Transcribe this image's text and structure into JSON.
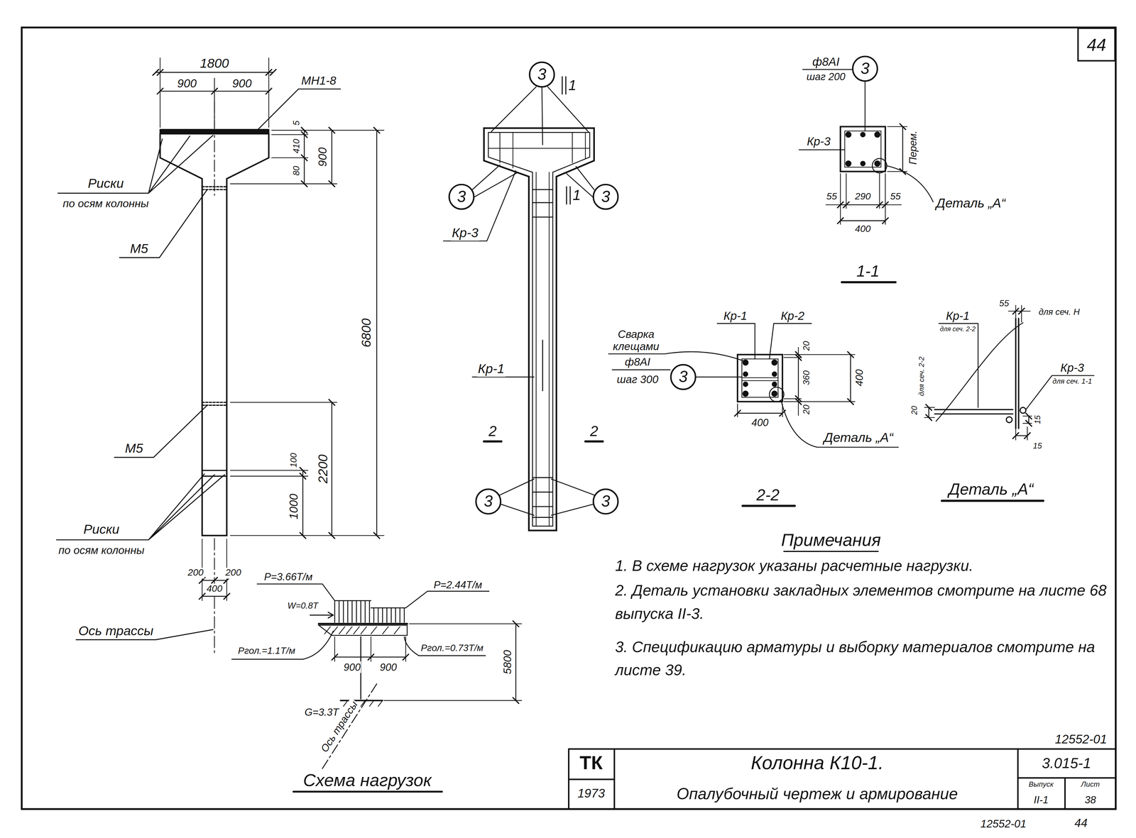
{
  "diagram": {
    "title": "Колонна К10-1.",
    "nodes": [
      {
        "text": [
          "3"
        ]
      },
      {
        "text": [
          "3"
        ]
      },
      {
        "text": [
          "44"
        ]
      },
      {
        "text": [
          "3"
        ]
      },
      {
        "text": [
          "3"
        ]
      },
      {
        "text": [
          "3"
        ]
      },
      {
        "text": [
          "3"
        ]
      },
      {
        "text": [
          "3"
        ]
      }
    ],
    "labels": [
      "1800",
      "900",
      "900",
      "МН1-8",
      "5",
      "410",
      "80",
      "900",
      "Риски",
      "по осям колонны",
      "М5",
      "6800",
      "М5",
      "100",
      "2200",
      "1000",
      "Риски",
      "по осям колонны",
      "200",
      "200",
      "400",
      "Ось трассы",
      "1",
      "1",
      "Кр-3",
      "Кр-1",
      "2",
      "2",
      "ф8АI",
      "шаг 200",
      "Кр-3",
      "Перем.",
      "55",
      "290",
      "55",
      "400",
      "Деталь „А“",
      "1-1",
      "Кр-1",
      "Кр-2",
      "Сварка клещами",
      "ф8АI",
      "шаг 300",
      "20",
      "360",
      "20",
      "400",
      "400",
      "Деталь „А“",
      "2-2",
      "Кр-1",
      "для сеч. 2-2",
      "55",
      "для сеч. Н",
      "Кр-3",
      "для сеч. 1-1",
      "20",
      "для сеч. 2-2",
      "15",
      "15",
      "Деталь „А“",
      "Р=3.66Т/м",
      "Р=2.44Т/м",
      "W=0.8Т",
      "Ргол.=1.1Т/м",
      "Ргол.=0.73Т/м",
      "900",
      "900",
      "5800",
      "G=3.3Т",
      "Ось трассы",
      "Схема нагрузок",
      "Примечания",
      "1. В схеме нагрузок указаны расчетные нагрузки.",
      "2. Деталь установки закладных элементов смотрите на листе 68 выпуска II-3.",
      "3. Спецификацию арматуры и выборку материалов смотрите на листе 39.",
      "12552-01",
      "ТК",
      "1973",
      "Опалубочный чертеж и армирование",
      "3.015-1",
      "Выпуск",
      "II-1",
      "Лист",
      "38",
      "12552-01",
      "44"
    ]
  }
}
